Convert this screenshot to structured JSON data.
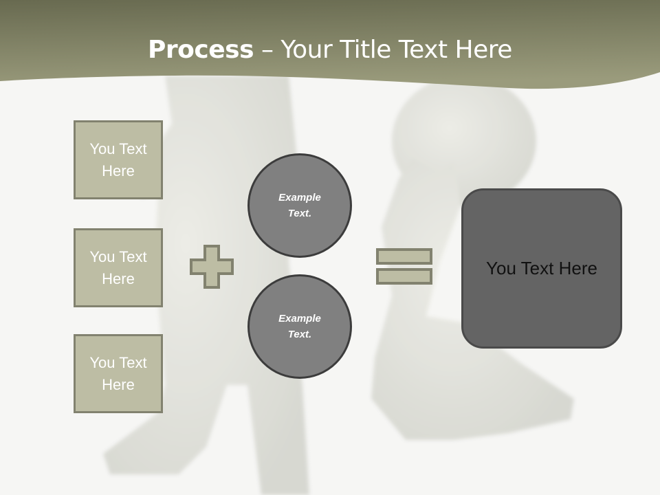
{
  "slide": {
    "title_bold": "Process",
    "title_rest": " – Your Title Text Here",
    "header_color": "#6b6d55",
    "accent_fill": "#bdbda4",
    "accent_border": "#82826f"
  },
  "left_boxes": [
    {
      "label": "You Text Here"
    },
    {
      "label": "You Text Here"
    },
    {
      "label": "You Text Here"
    }
  ],
  "operators": {
    "plus": "plus-icon",
    "equals": "equals-icon"
  },
  "circles": [
    {
      "label": "Example Text."
    },
    {
      "label": "Example Text."
    }
  ],
  "result_box": {
    "label": "You Text Here",
    "fill": "#646464"
  }
}
